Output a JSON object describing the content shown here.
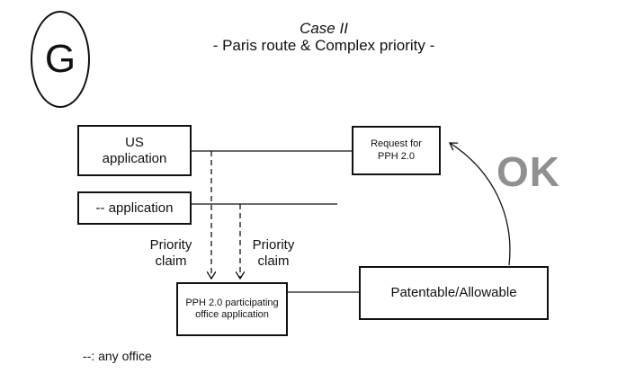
{
  "header": {
    "emblem_letter": "G",
    "title": "Case II",
    "subtitle": "- Paris route & Complex priority -"
  },
  "boxes": {
    "us_application": "US application",
    "any_application": "-- application",
    "request_pph": "Request for PPH 2.0",
    "patentable": "Patentable/Allowable",
    "pph_office_application": "PPH 2.0 participating office application"
  },
  "labels": {
    "priority_claim_1": "Priority claim",
    "priority_claim_2": "Priority claim",
    "ok": "OK"
  },
  "legend": {
    "note": "--: any office"
  },
  "colors": {
    "ok_text": "#909090",
    "lines": "#111111"
  }
}
